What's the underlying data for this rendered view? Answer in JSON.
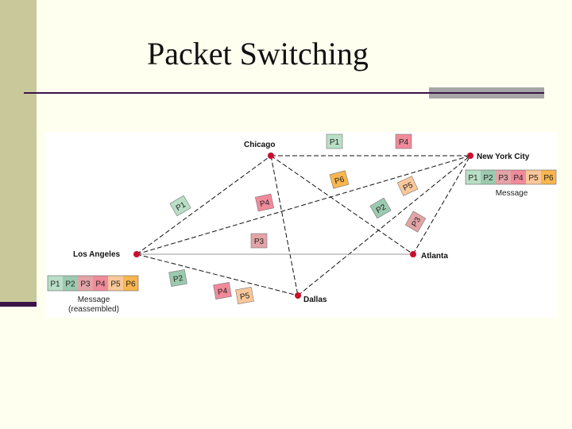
{
  "slide": {
    "title": "Packet Switching"
  },
  "cities": {
    "chicago": "Chicago",
    "new_york": "New York City",
    "los_angeles": "Los Angeles",
    "atlanta": "Atlanta",
    "dallas": "Dallas"
  },
  "packets": {
    "p1": "P1",
    "p2": "P2",
    "p3": "P3",
    "p4": "P4",
    "p5": "P5",
    "p6": "P6"
  },
  "message_source": {
    "caption": "Message",
    "packets": [
      "P1",
      "P2",
      "P3",
      "P4",
      "P5",
      "P6"
    ]
  },
  "message_reassembled": {
    "caption_line1": "Message",
    "caption_line2": "(reassembled)",
    "packets": [
      "P1",
      "P2",
      "P3",
      "P4",
      "P5",
      "P6"
    ]
  },
  "colors": {
    "p1": "#b9dfc6",
    "p2": "#9ccab0",
    "p3": "#e3a4a7",
    "p4": "#f08a9a",
    "p5": "#f9c79a",
    "p6": "#f9b64e",
    "node": "#c8102e"
  }
}
